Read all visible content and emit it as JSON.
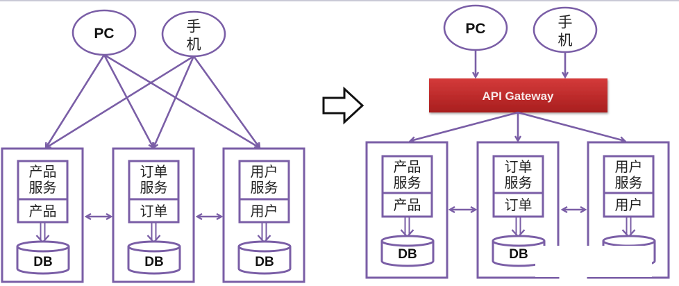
{
  "diagram": {
    "colors": {
      "line": "#7a5ea6",
      "gateway_top": "#d43a3a",
      "gateway_bottom": "#a81e1e",
      "gateway_text": "#f7eaea",
      "transition_arrow": "#111111"
    },
    "before": {
      "clients": [
        {
          "id": "pc",
          "lines": [
            "PC"
          ]
        },
        {
          "id": "mobile",
          "lines": [
            "手",
            "机"
          ]
        }
      ],
      "services": [
        {
          "id": "product",
          "service_lines": [
            "产品",
            "服务"
          ],
          "module": "产品",
          "db": "DB"
        },
        {
          "id": "order",
          "service_lines": [
            "订单",
            "服务"
          ],
          "module": "订单",
          "db": "DB"
        },
        {
          "id": "user",
          "service_lines": [
            "用户",
            "服务"
          ],
          "module": "用户",
          "db": "DB"
        }
      ]
    },
    "after": {
      "clients": [
        {
          "id": "pc",
          "lines": [
            "PC"
          ]
        },
        {
          "id": "mobile",
          "lines": [
            "手",
            "机"
          ]
        }
      ],
      "gateway": {
        "label": "API Gateway"
      },
      "services": [
        {
          "id": "product",
          "service_lines": [
            "产品",
            "服务"
          ],
          "module": "产品",
          "db": "DB"
        },
        {
          "id": "order",
          "service_lines": [
            "订单",
            "服务"
          ],
          "module": "订单",
          "db": "DB"
        },
        {
          "id": "user",
          "service_lines": [
            "用户",
            "服务"
          ],
          "module": "用户",
          "db": ""
        }
      ]
    }
  }
}
